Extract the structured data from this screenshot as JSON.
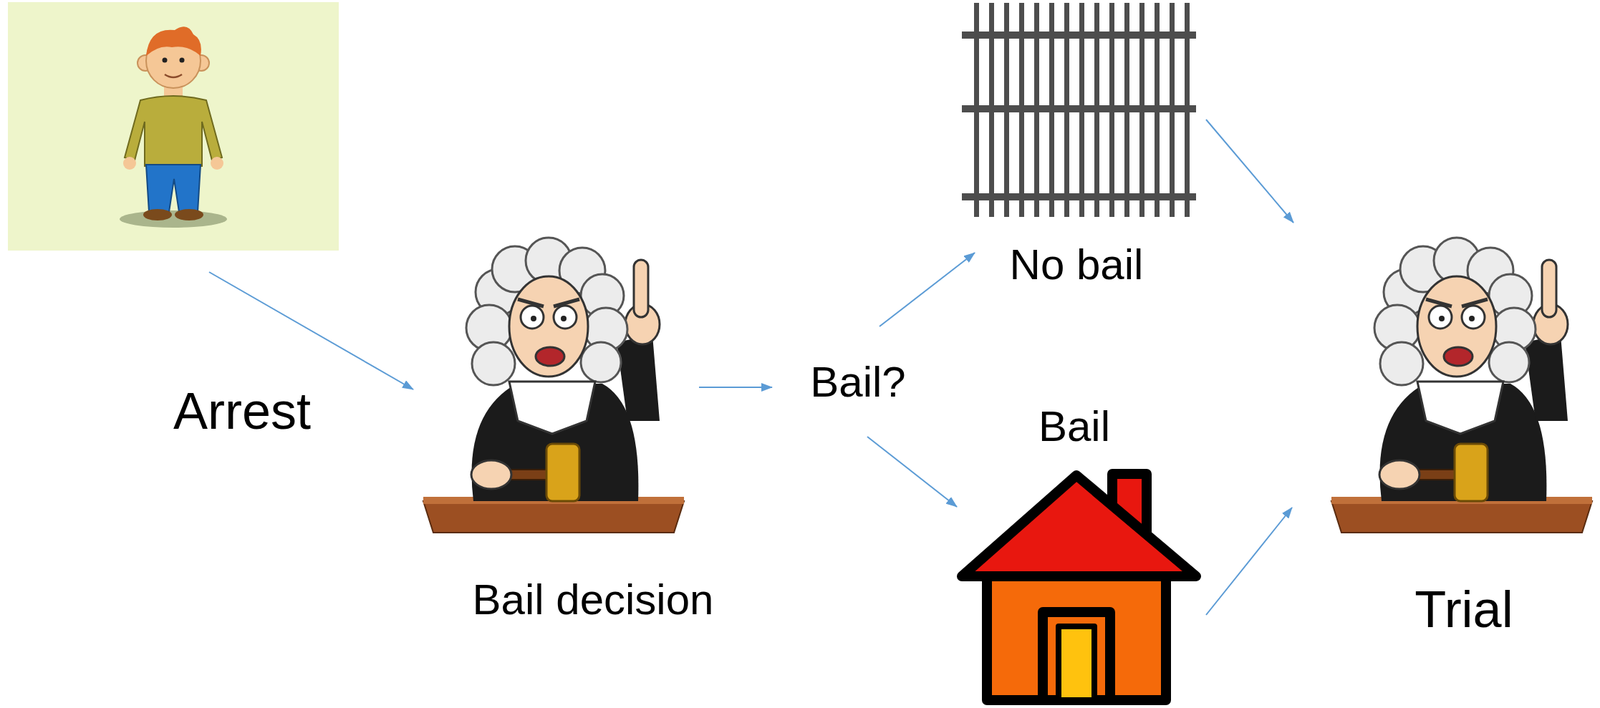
{
  "diagram": {
    "nodes": [
      {
        "text": [
          "Arrest"
        ]
      },
      {
        "text": [
          "Bail decision"
        ]
      },
      {
        "text": [
          "Bail?"
        ]
      },
      {
        "text": [
          "No bail"
        ]
      },
      {
        "text": [
          "Bail"
        ]
      },
      {
        "text": [
          "Trial"
        ]
      }
    ],
    "edges": [
      {
        "from": 0,
        "to": 1,
        "arrow": "to"
      },
      {
        "from": 1,
        "to": 2,
        "arrow": "to"
      },
      {
        "from": 2,
        "to": 3,
        "arrow": "to"
      },
      {
        "from": 2,
        "to": 4,
        "arrow": "to"
      },
      {
        "from": 3,
        "to": 5,
        "arrow": "to"
      },
      {
        "from": 4,
        "to": 5,
        "arrow": "to"
      }
    ]
  }
}
